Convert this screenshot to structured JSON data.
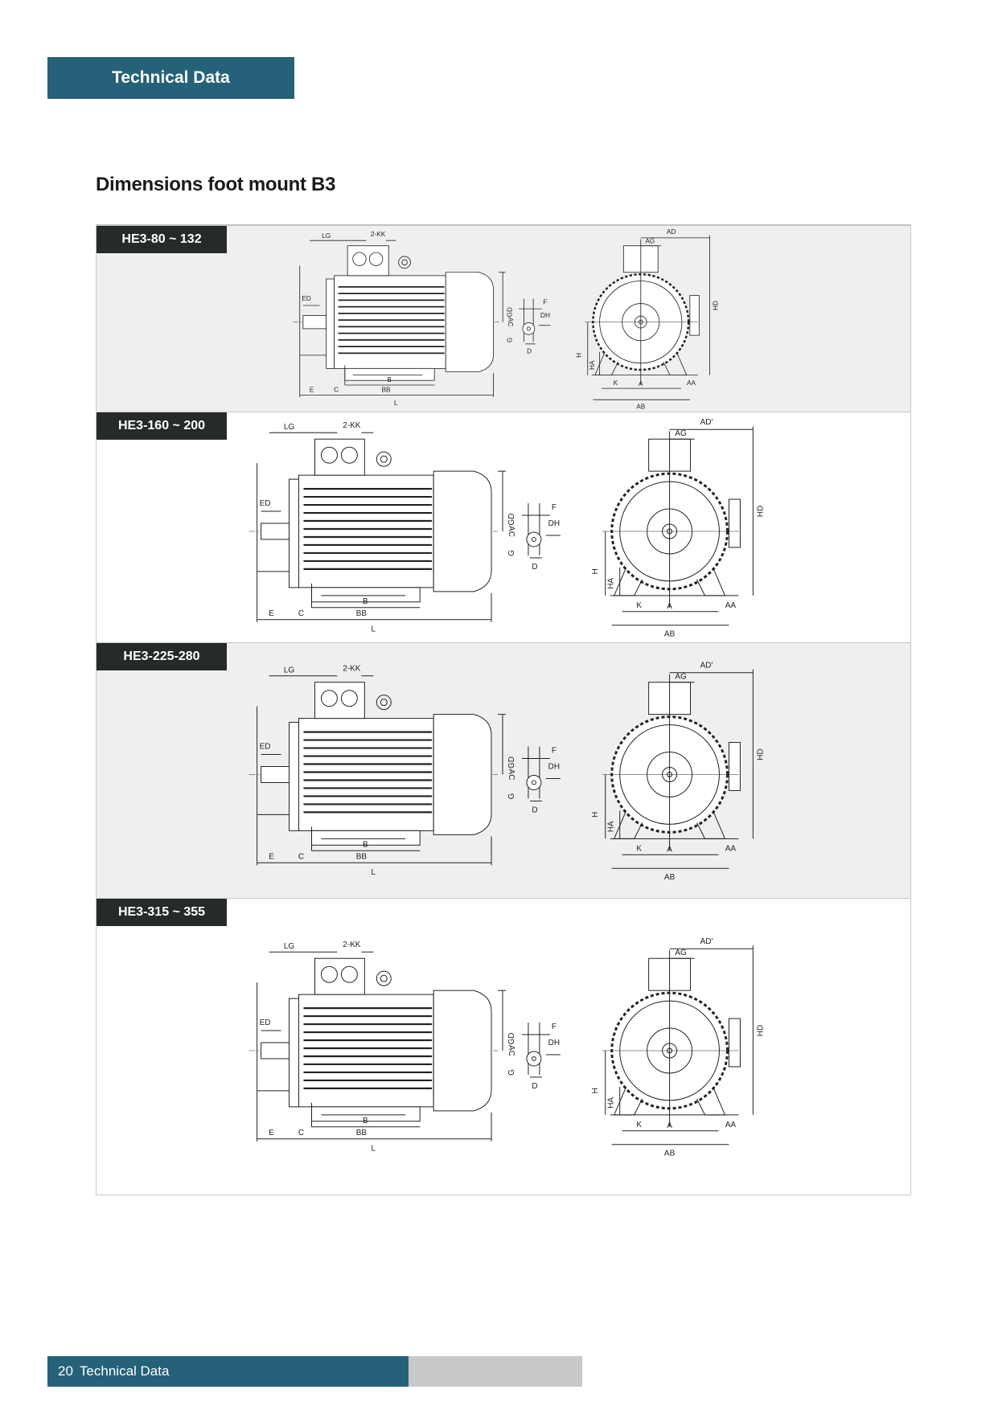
{
  "header": {
    "title": "Technical Data"
  },
  "page_title": "Dimensions foot mount B3",
  "rows": [
    {
      "label": "HE3-80 ~ 132",
      "dims": {
        "LG": "LG",
        "KK": "2-KK",
        "ED": "ED",
        "AC": "AC",
        "E": "E",
        "C": "C",
        "B": "B",
        "BB": "BB",
        "L": "L",
        "GD": "GD",
        "G": "G",
        "F": "F",
        "DH": "DH",
        "D": "D",
        "AD": "AD",
        "AG": "AG",
        "HD": "HD",
        "H": "H",
        "HA": "HA",
        "K": "K",
        "A": "A",
        "AA": "AA",
        "AB": "AB"
      }
    },
    {
      "label": "HE3-160 ~ 200",
      "dims": {
        "LG": "LG",
        "KK": "2-KK",
        "ED": "ED",
        "AC": "AC",
        "E": "E",
        "C": "C",
        "B": "B",
        "BB": "BB",
        "L": "L",
        "GD": "GD",
        "G": "G",
        "F": "F",
        "DH": "DH",
        "D": "D",
        "AD": "AD'",
        "AG": "AG",
        "HD": "HD",
        "H": "H",
        "HA": "HA",
        "K": "K",
        "A": "A",
        "AA": "AA",
        "AB": "AB"
      }
    },
    {
      "label": "HE3-225-280",
      "dims": {
        "LG": "LG",
        "KK": "2-KK",
        "ED": "ED",
        "AC": "AC",
        "E": "E",
        "C": "C",
        "B": "B",
        "BB": "BB",
        "L": "L",
        "GD": "GD",
        "G": "G",
        "F": "F",
        "DH": "DH",
        "D": "D",
        "AD": "AD'",
        "AG": "AG",
        "HD": "HD",
        "H": "H",
        "HA": "HA",
        "K": "K",
        "A": "A",
        "AA": "AA",
        "AB": "AB"
      }
    },
    {
      "label": "HE3-315 ~ 355",
      "dims": {
        "LG": "LG",
        "KK": "2-KK",
        "ED": "ED",
        "AC": "AC",
        "E": "E",
        "C": "C",
        "B": "B",
        "BB": "BB",
        "L": "L",
        "GD": "GD",
        "G": "G",
        "F": "F",
        "DH": "DH",
        "D": "D",
        "AD": "AD'",
        "AG": "AG",
        "HD": "HD",
        "H": "H",
        "HA": "HA",
        "K": "K",
        "A": "A",
        "AA": "AA",
        "AB": "AB"
      }
    }
  ],
  "footer": {
    "page_number": "20",
    "section": "Technical Data"
  }
}
